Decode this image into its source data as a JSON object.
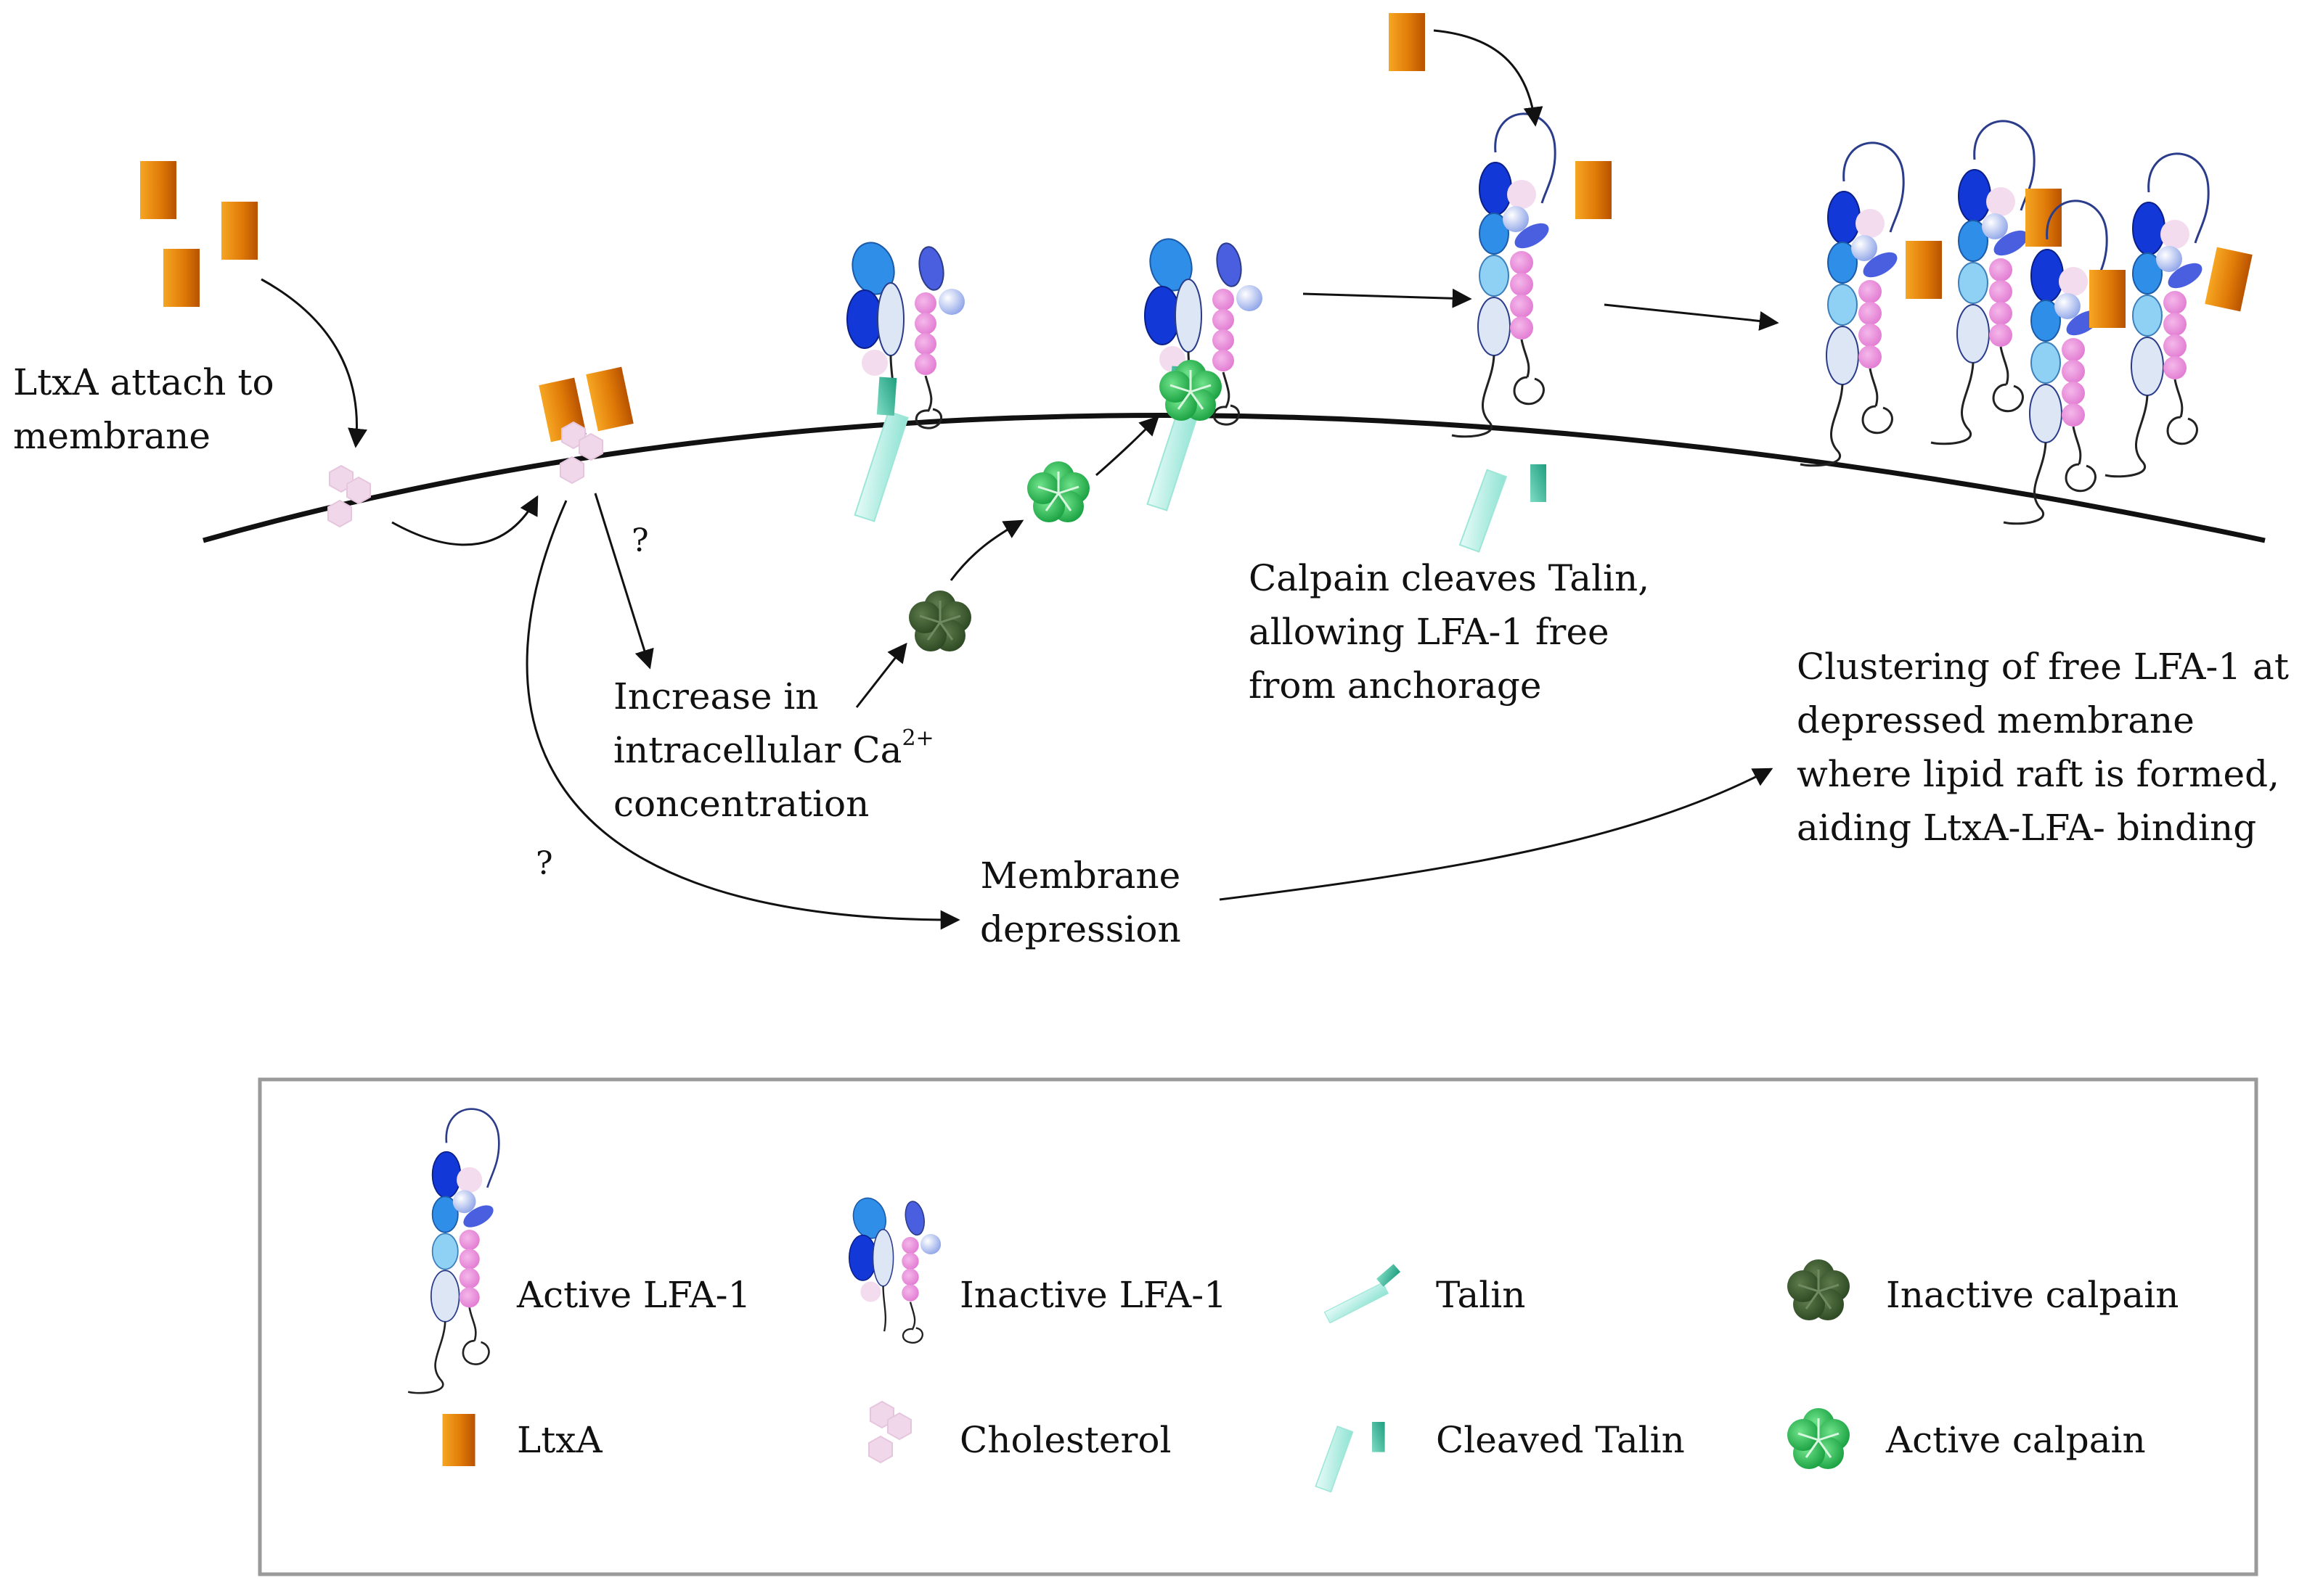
{
  "labels": {
    "ltxa_attach": [
      "LtxA attach to",
      "membrane"
    ],
    "question_mark": "?",
    "calcium": [
      "Increase in",
      "intracellular Ca",
      "2+",
      "concentration"
    ],
    "calpain_cleaves": [
      "Calpain cleaves Talin,",
      "allowing LFA-1 free",
      "from anchorage"
    ],
    "membrane_depression": [
      "Membrane",
      "depression"
    ],
    "clustering": [
      "Clustering of free LFA-1 at",
      "depressed membrane",
      "where lipid raft is formed,",
      "aiding LtxA-LFA- binding"
    ]
  },
  "legend": {
    "items": [
      {
        "key": "active_lfa1",
        "label": "Active LFA-1"
      },
      {
        "key": "inactive_lfa1",
        "label": "Inactive LFA-1"
      },
      {
        "key": "talin",
        "label": "Talin"
      },
      {
        "key": "inactive_calpain",
        "label": "Inactive calpain"
      },
      {
        "key": "ltxa",
        "label": "LtxA"
      },
      {
        "key": "cholesterol",
        "label": "Cholesterol"
      },
      {
        "key": "cleaved_talin",
        "label": "Cleaved Talin"
      },
      {
        "key": "active_calpain",
        "label": "Active calpain"
      }
    ]
  },
  "colors": {
    "ltxa_light": "#f5a623",
    "ltxa_dark": "#c45a00",
    "cholesterol": "#f0d8ea",
    "lfa_dark_blue": "#1238d8",
    "lfa_mid_blue": "#2f8fe8",
    "lfa_light_blue": "#8fd0f5",
    "lfa_pale": "#dde6f5",
    "lfa_pink": "#ea82d8",
    "talin": "#bff3ec",
    "talin_dark": "#2fb89a",
    "calpain_inactive": "#2f4f26",
    "calpain_active": "#1aa84a"
  }
}
